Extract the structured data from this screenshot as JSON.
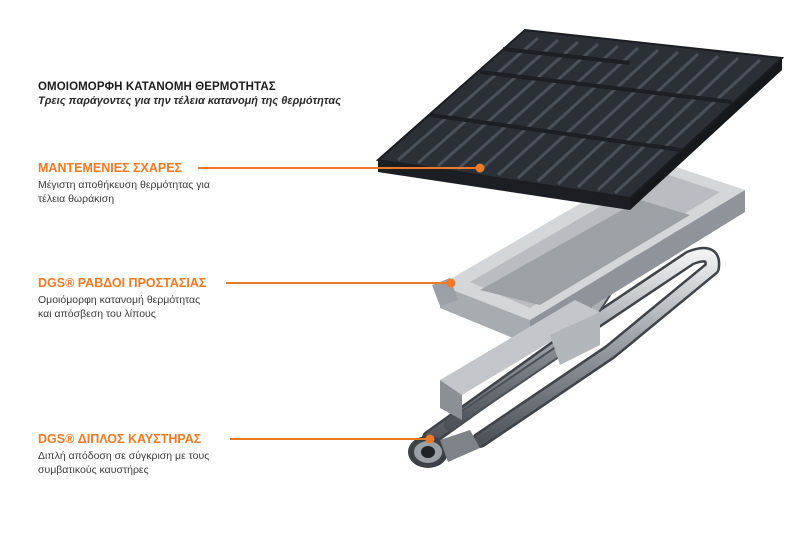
{
  "header": {
    "title": "ΟΜΟΙΟΜΟΡΦΗ ΚΑΤΑΝΟΜΗ ΘΕΡΜΟΤΗΤΑΣ",
    "subtitle": "Τρεις παράγοντες για την τέλεια κατανομή της θερμότητας"
  },
  "features": [
    {
      "title": "ΜΑΝΤΕΜΕΝΙΕΣ ΣΧΑΡΕΣ",
      "desc_line1": "Μέγιστη αποθήκευση θερμότητας για",
      "desc_line2": "τέλεια θωράκιση"
    },
    {
      "title": "DGS® ΡΑΒΔΟΙ ΠΡΟΣΤΑΣΙΑΣ",
      "desc_line1": "Ομοιόμορφη κατανομή θερμότητας",
      "desc_line2": "και απόσβεση του λίπους"
    },
    {
      "title": "DGS® ΔΙΠΛΟΣ ΚΑΥΣΤΗΡΑΣ",
      "desc_line1": "Διπλή απόδοση σε σύγκριση με τους",
      "desc_line2": "συμβατικούς καυστήρες"
    }
  ],
  "colors": {
    "accent": "#ef7a26",
    "grate": "#2b3036",
    "steel": "#b8bcc0"
  },
  "icons": [
    "cast-iron-grate",
    "flavor-bar",
    "dual-burner"
  ]
}
